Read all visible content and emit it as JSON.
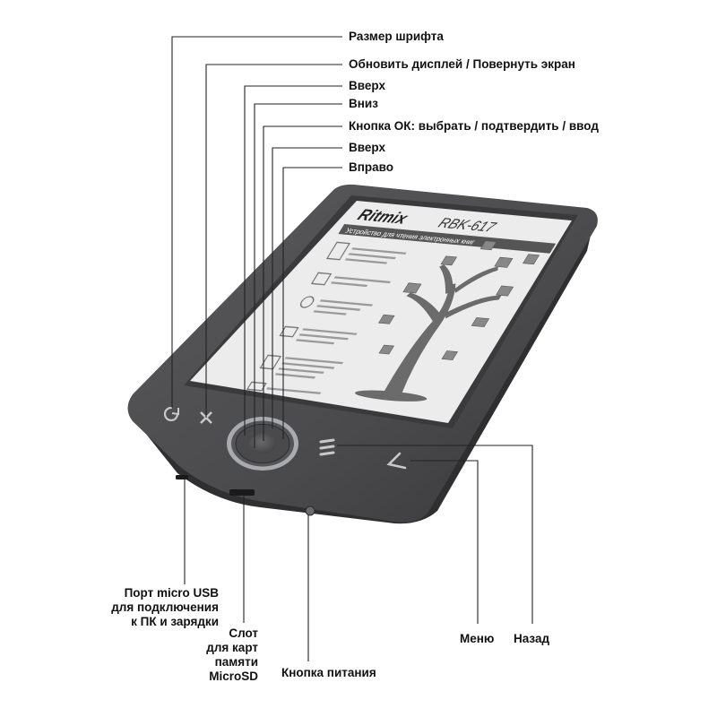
{
  "colors": {
    "body": "#4b4b4d",
    "body_dark": "#2f2f31",
    "screen": "#e9e9e9",
    "ring": "#a8aaad",
    "leader": "#222222",
    "text": "#111111"
  },
  "device": {
    "brand": "Ritmix",
    "model": "RBK-617",
    "subtitle": "Устройство для чтения электронных книг"
  },
  "labels": {
    "font_size": "Размер шрифта",
    "refresh": "Обновить дисплей / Повернуть экран",
    "up1": "Вверх",
    "down": "Вниз",
    "ok": "Кнопка ОК: выбрать / подтвердить / ввод",
    "up2": "Вверх",
    "right": "Вправо",
    "usb_line1": "Порт micro USB",
    "usb_line2": "для подключения",
    "usb_line3": "к ПК и зарядки",
    "slot_line1": "Слот",
    "slot_line2": "для карт",
    "slot_line3": "памяти",
    "slot_line4": "MicroSD",
    "power": "Кнопка питания",
    "menu": "Меню",
    "back": "Назад"
  },
  "icons": {
    "font_size_button": "rotate-arrow-icon",
    "refresh_button": "plus-cross-icon",
    "menu_button": "menu-lines-icon",
    "back_button": "back-chevron-icon",
    "joystick": "navigation-ring-icon"
  }
}
